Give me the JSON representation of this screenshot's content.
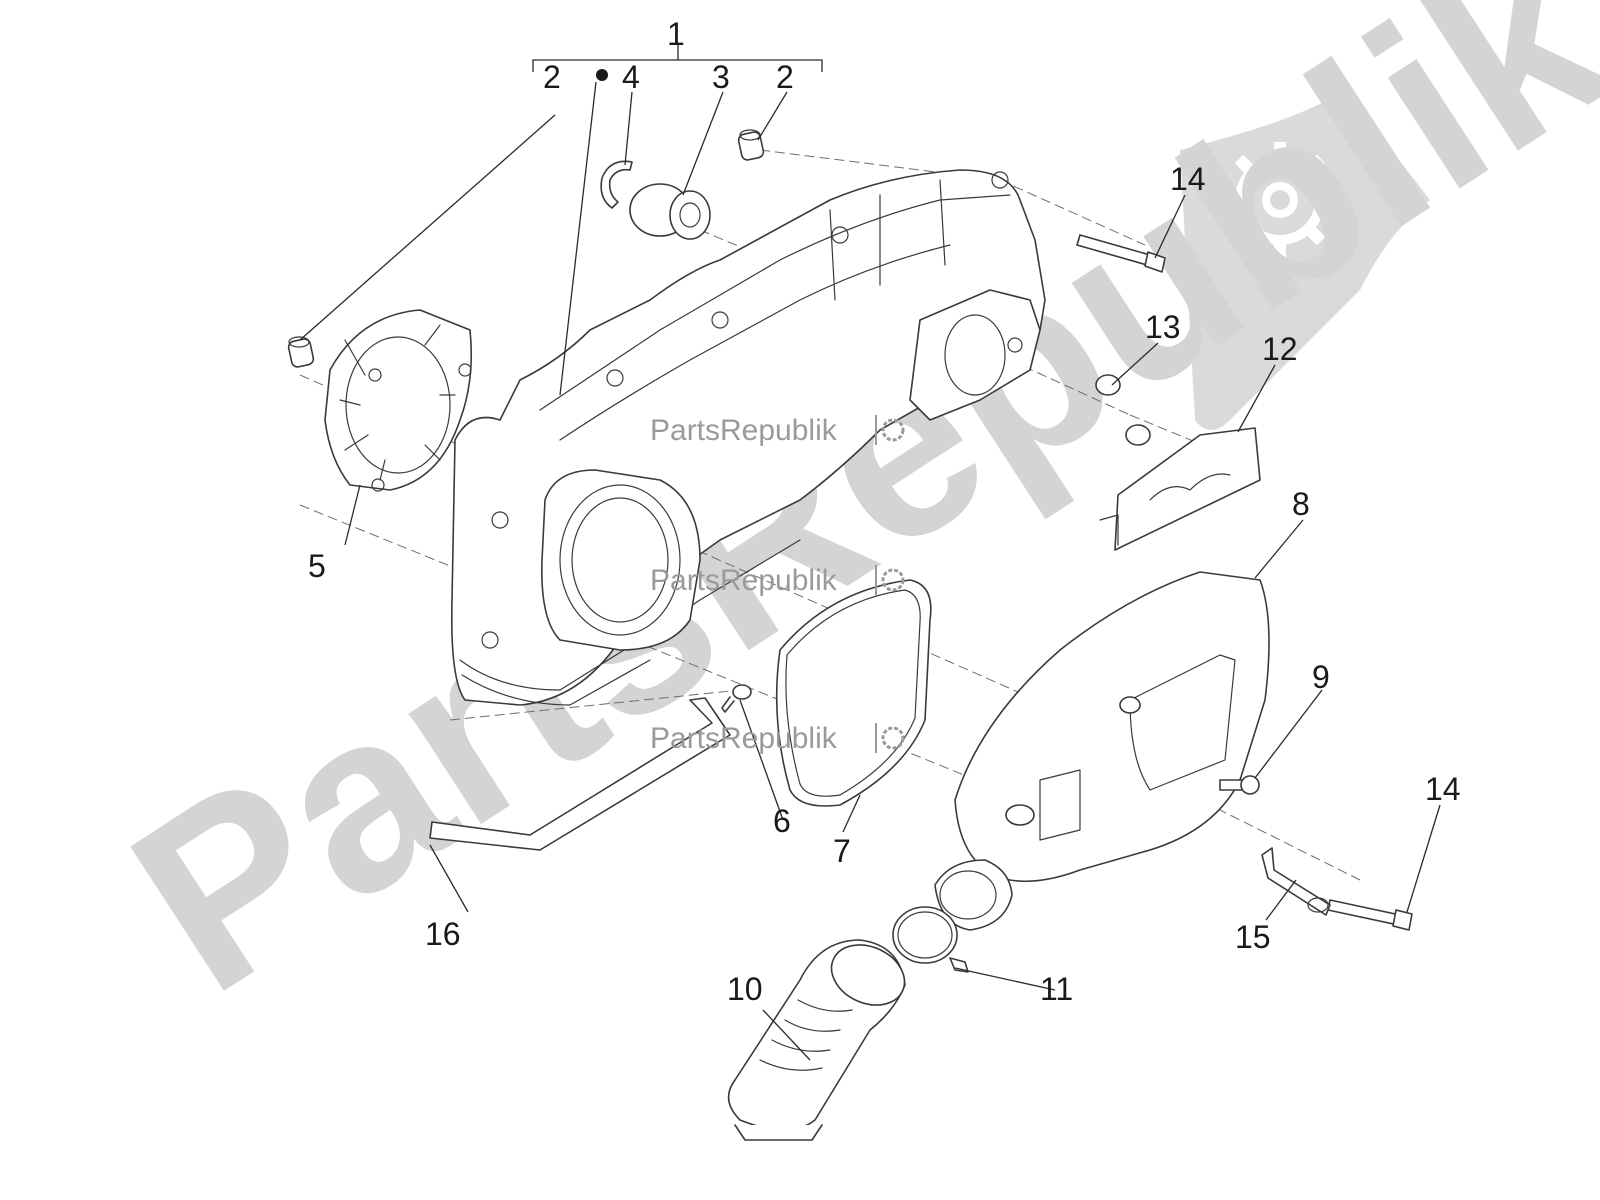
{
  "watermark": {
    "big_text": "PartsRepublik",
    "small_text": "PartsRepublik",
    "logo_icon": "gear-flag-icon",
    "color": "#d4d4d4"
  },
  "callouts": {
    "c1": "1",
    "c2a": "2",
    "c2b": "2",
    "c3": "3",
    "c4": "4",
    "c5": "5",
    "c6": "6",
    "c7": "7",
    "c8": "8",
    "c9": "9",
    "c10": "10",
    "c11": "11",
    "c12": "12",
    "c13": "13",
    "c14a": "14",
    "c14b": "14",
    "c15": "15",
    "c16": "16"
  },
  "colors": {
    "line": "#3a3a3a",
    "watermark": "#d4d4d4"
  }
}
